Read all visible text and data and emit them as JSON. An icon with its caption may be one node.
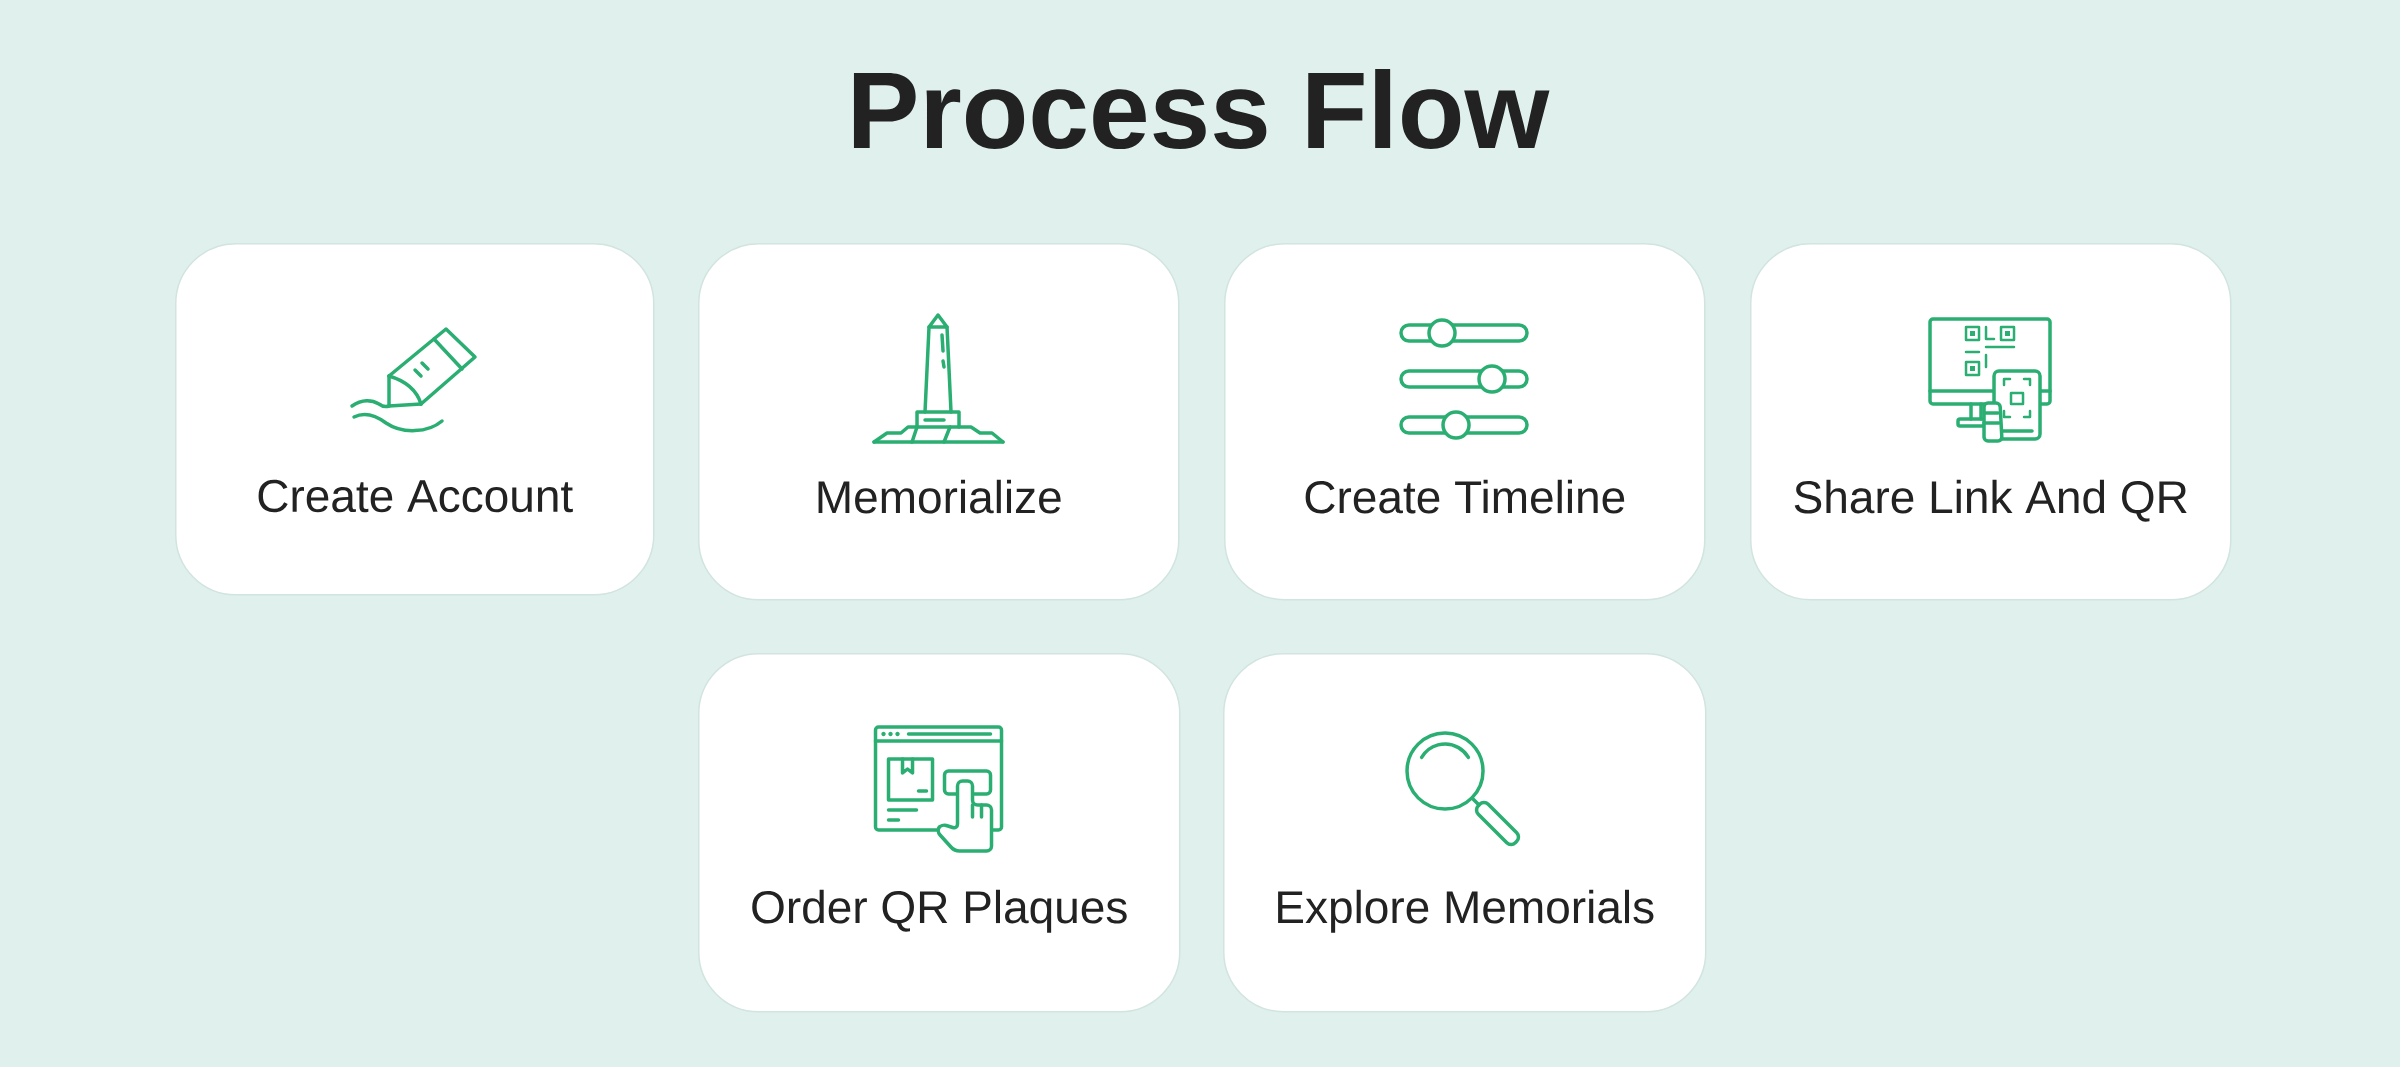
{
  "diagram": {
    "title": "Process Flow",
    "nodes": [
      {
        "text": [
          "Create Account"
        ]
      },
      {
        "text": [
          "Memorialize"
        ]
      },
      {
        "text": [
          "Create Timeline"
        ]
      },
      {
        "text": [
          "Share Link And QR"
        ]
      },
      {
        "text": [
          "Order QR Plaques"
        ]
      },
      {
        "text": [
          "Explore Memorials"
        ]
      }
    ]
  }
}
